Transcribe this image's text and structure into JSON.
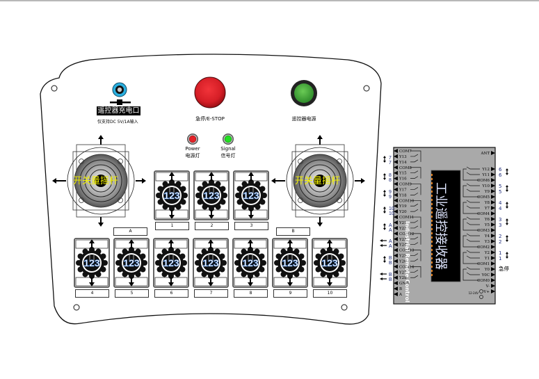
{
  "panel": {
    "charger": {
      "label": "遥控器充电口",
      "sublabel": "仅支持DC 5V/1A输入",
      "icon": "charge-port-icon"
    },
    "estop": {
      "label": "急停/E-STOP",
      "color": "#e0202a"
    },
    "power_button": {
      "label": "遥控器电源",
      "color": "#4caf50"
    },
    "power_led": {
      "label_en": "Power",
      "label_cn": "电源灯",
      "color": "#e32228"
    },
    "signal_led": {
      "label_en": "Signal",
      "label_cn": "信号灯",
      "color": "#22e022"
    },
    "joysticks": [
      {
        "id": "A",
        "label": "开关量摇杆",
        "tag": "A"
      },
      {
        "id": "B",
        "label": "开关量摇杆",
        "tag": "B"
      }
    ],
    "knob_glyph": "123",
    "switches_top": [
      "1",
      "2",
      "3"
    ],
    "switches_bottom": [
      "4",
      "5",
      "6",
      "7",
      "8",
      "9",
      "10"
    ]
  },
  "receiver": {
    "title_en": "Industrial Remote Control Receiver",
    "title_cn": "工业遥控接收器",
    "left_pins": [
      "COM7",
      "Y13",
      "Y14",
      "COM8",
      "Y15",
      "Y16",
      "COM9",
      "Y17",
      "Y18",
      "COM10",
      "Y19",
      "Y20",
      "COM11",
      "Y21",
      "Y22",
      "COM12",
      "Y23",
      "Y24",
      "COM13",
      "Y25",
      "Y26",
      "COM14",
      "Y27",
      "Y28",
      "GND",
      "B",
      "A"
    ],
    "right_pins": [
      "ANT",
      "Y12",
      "Y11",
      "COM6",
      "Y10",
      "Y9",
      "COM5",
      "Y8",
      "Y7",
      "COM4",
      "Y6",
      "Y5",
      "COM3",
      "Y4",
      "Y3",
      "COM2",
      "Y2",
      "Y1",
      "COM1",
      "Y0",
      "Y0C",
      "COM0",
      "V-",
      "V+"
    ],
    "power_note": "12-24V",
    "left_annotations": [
      "7",
      "7",
      "8",
      "8",
      "9",
      "9",
      "10",
      "10",
      "A",
      "A",
      "A",
      "A",
      "B",
      "B",
      "B",
      "B"
    ],
    "right_annotations": [
      "6",
      "6",
      "5",
      "5",
      "4",
      "4",
      "3",
      "3",
      "2",
      "2",
      "1",
      "1",
      "急停"
    ]
  }
}
